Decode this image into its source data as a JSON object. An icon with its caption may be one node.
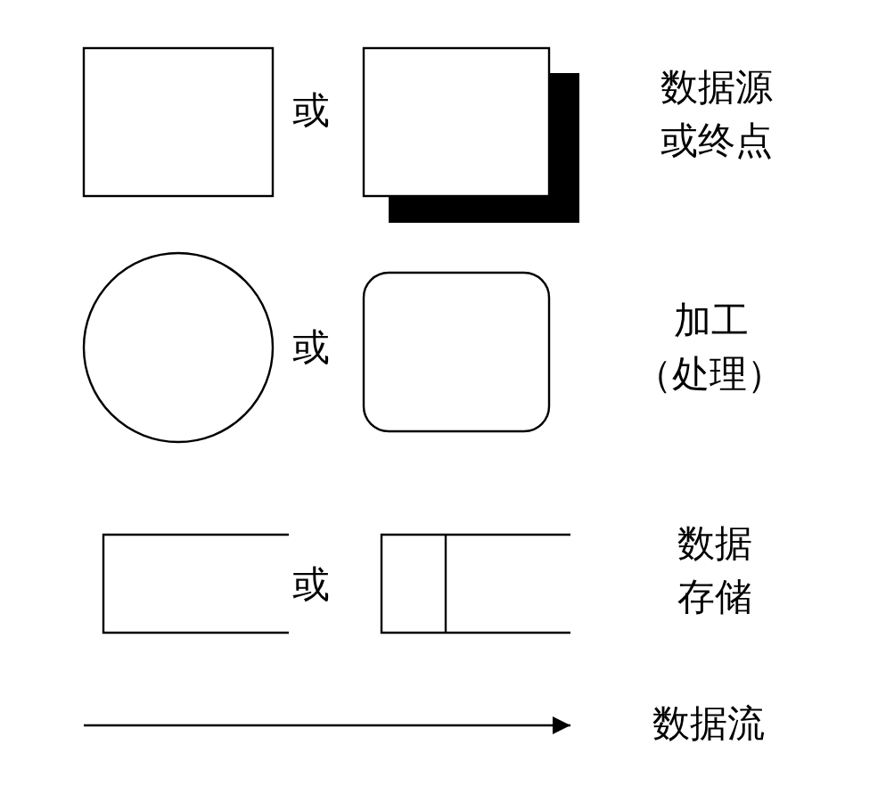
{
  "diagram": {
    "nodes": [
      {
        "text": [],
        "shape": "box"
      },
      {
        "text": [],
        "shape": "box"
      },
      {
        "text": [],
        "shape": "circle"
      },
      {
        "text": [],
        "shape": "box"
      },
      {
        "text": [],
        "shape": "box"
      },
      {
        "text": [],
        "shape": "box"
      },
      {
        "text": [],
        "shape": "arrow"
      }
    ],
    "labels": [
      "或",
      "数据源或终点",
      "或",
      "加工",
      "（处理）",
      "或",
      "数据存储",
      "数据流"
    ]
  }
}
